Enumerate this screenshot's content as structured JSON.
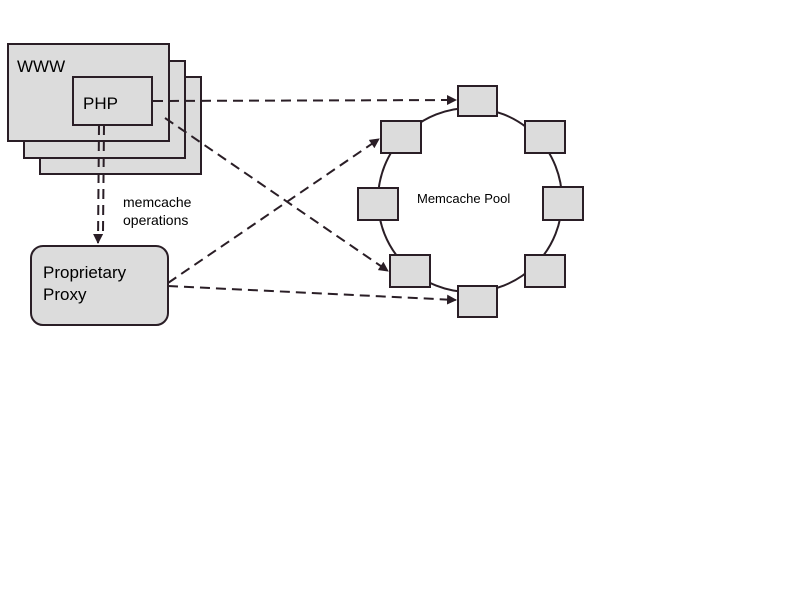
{
  "diagram": {
    "www_label": "WWW",
    "php_label": "PHP",
    "edge_label_line1": "memcache",
    "edge_label_line2": "operations",
    "proxy_label_line1": "Proprietary",
    "proxy_label_line2": "Proxy",
    "pool_label": "Memcache Pool"
  },
  "colors": {
    "box_fill": "#dcdcdc",
    "stroke": "#2a1e26",
    "arrow": "#2a1e26",
    "background": "#ffffff"
  }
}
